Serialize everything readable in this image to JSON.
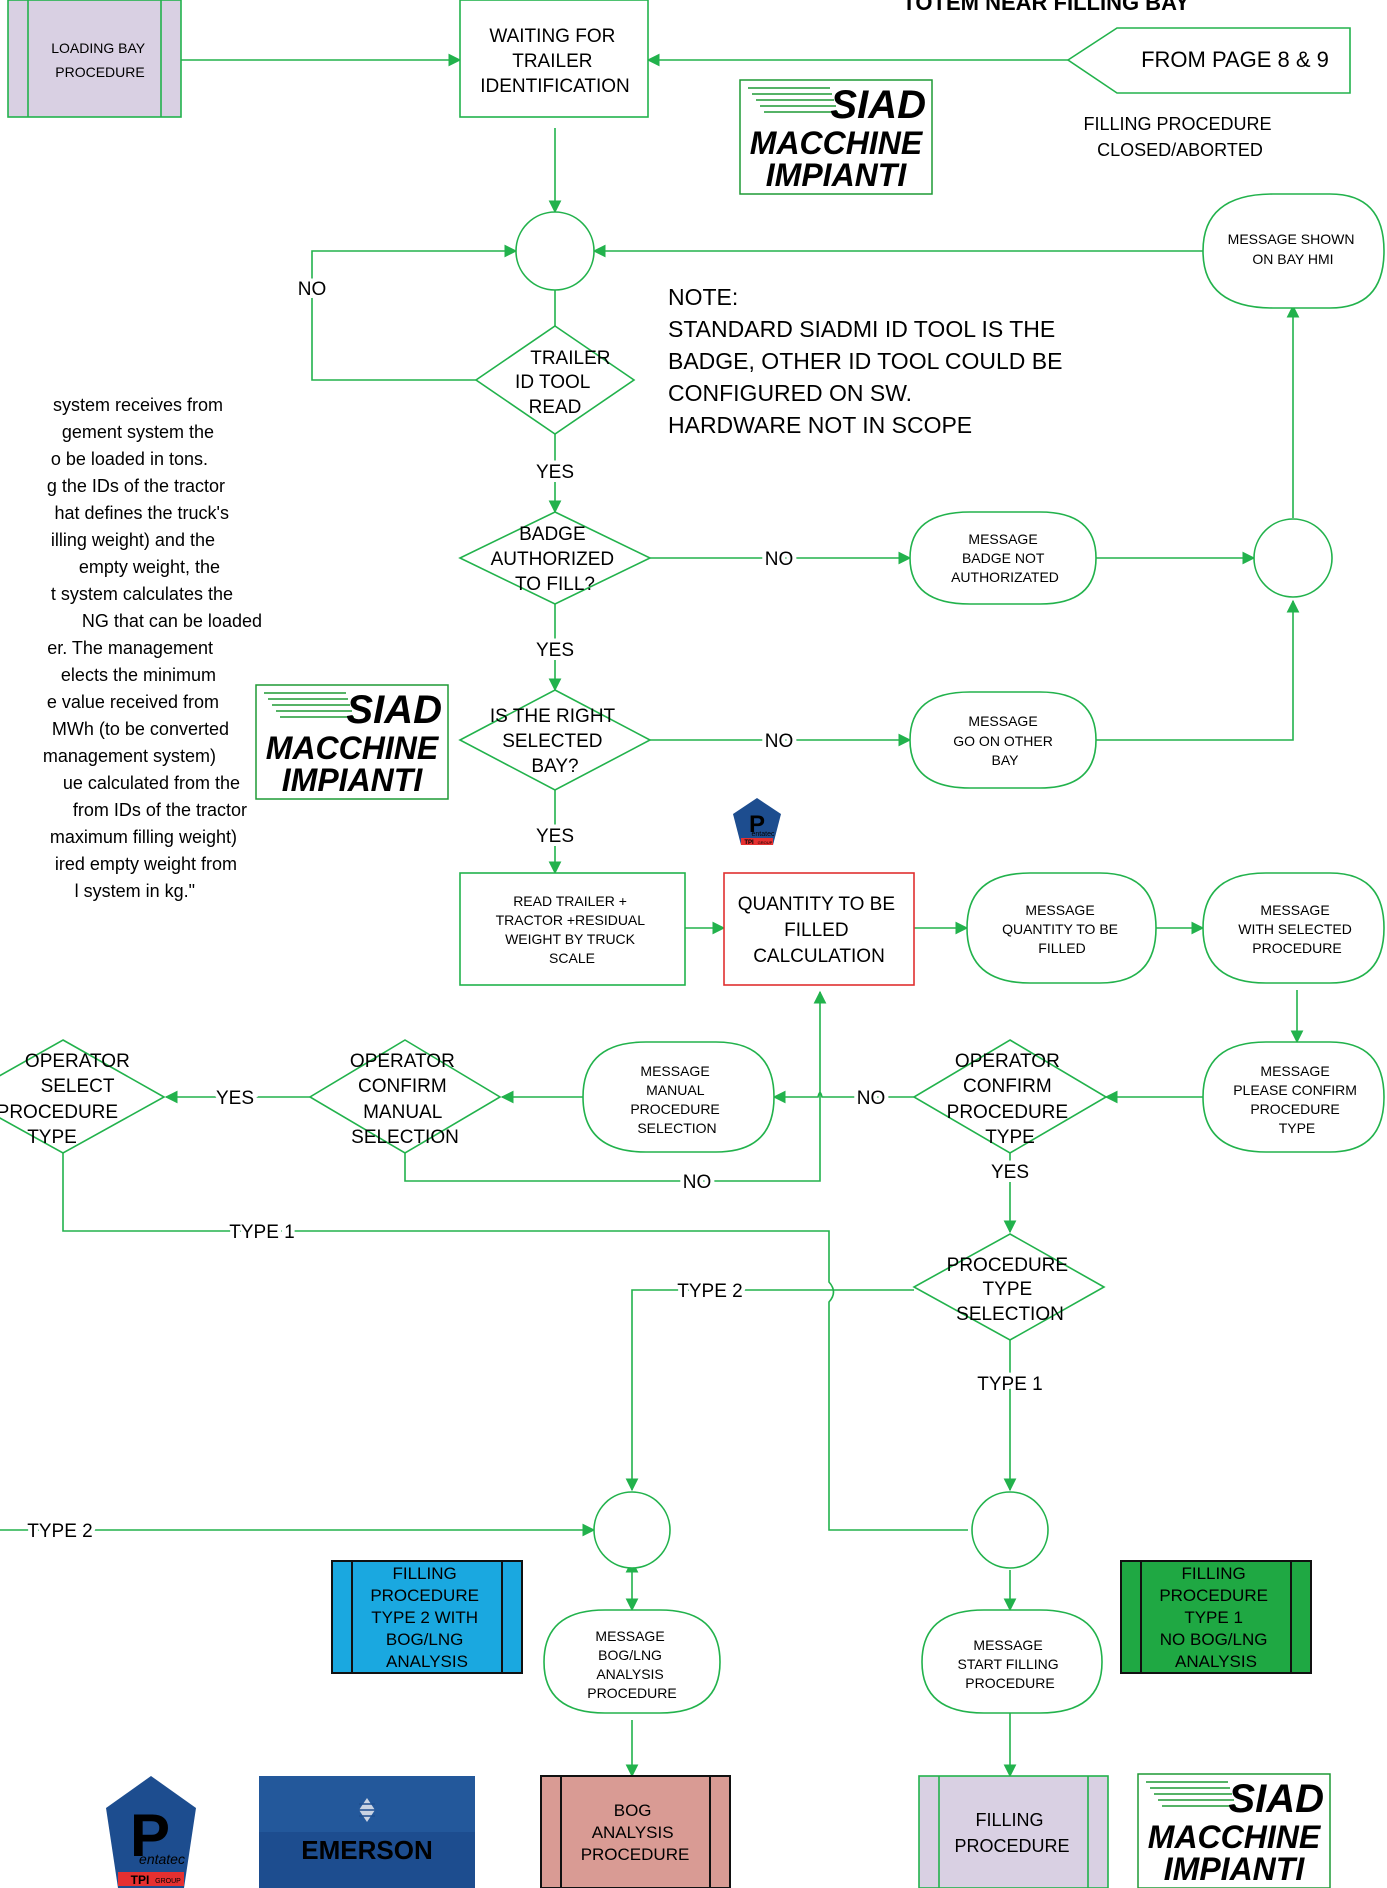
{
  "title": "TOTEM NEAR FILLING BAY",
  "boxes": {
    "loading_bay": [
      "LOADING BAY",
      "PROCEDURE"
    ],
    "waiting": [
      "WAITING FOR",
      "TRAILER",
      "IDENTIFICATION"
    ],
    "from_page": "FROM PAGE 8 & 9",
    "filling_closed": [
      "FILLING PROCEDURE",
      "CLOSED/ABORTED"
    ],
    "msg_bay_hmi": [
      "MESSAGE SHOWN",
      "ON BAY HMI"
    ],
    "read_trailer": [
      "READ TRAILER +",
      "TRACTOR +RESIDUAL",
      "WEIGHT BY TRUCK",
      "SCALE"
    ],
    "quantity_calc": [
      "QUANTITY TO BE",
      "FILLED",
      "CALCULATION"
    ],
    "msg_quantity": [
      "MESSAGE",
      "QUANTITY TO BE",
      "FILLED"
    ],
    "msg_selected_proc": [
      "MESSAGE",
      "WITH SELECTED",
      "PROCEDURE"
    ],
    "msg_confirm_proc": [
      "MESSAGE",
      "PLEASE CONFIRM",
      "PROCEDURE",
      "TYPE"
    ],
    "msg_manual_proc": [
      "MESSAGE",
      "MANUAL",
      "PROCEDURE",
      "SELECTION"
    ],
    "msg_badge_not": [
      "MESSAGE",
      "BADGE NOT",
      "AUTHORIZATED"
    ],
    "msg_other_bay": [
      "MESSAGE",
      "GO ON OTHER",
      "BAY"
    ],
    "filling_type2": [
      "FILLING",
      "PROCEDURE",
      "TYPE 2 WITH",
      "BOG/LNG",
      "ANALYSIS"
    ],
    "filling_type1": [
      "FILLING",
      "PROCEDURE",
      "TYPE 1",
      "NO BOG/LNG",
      "ANALYSIS"
    ],
    "msg_bog": [
      "MESSAGE",
      "BOG/LNG",
      "ANALYSIS",
      "PROCEDURE"
    ],
    "msg_start": [
      "MESSAGE",
      "START FILLING",
      "PROCEDURE"
    ],
    "bog_analysis": [
      "BOG",
      "ANALYSIS",
      "PROCEDURE"
    ],
    "filling_proc": [
      "FILLING",
      "PROCEDURE"
    ]
  },
  "decisions": {
    "trailer_id": [
      "TRAILER",
      "ID TOOL",
      "READ"
    ],
    "badge_auth": [
      "BADGE",
      "AUTHORIZED",
      "TO FILL?"
    ],
    "right_bay": [
      "IS THE RIGHT",
      "SELECTED",
      "BAY?"
    ],
    "op_confirm_proc": [
      "OPERATOR",
      "CONFIRM",
      "PROCEDURE",
      "TYPE"
    ],
    "op_confirm_manual": [
      "OPERATOR",
      "CONFIRM",
      "MANUAL",
      "SELECTION"
    ],
    "op_select_proc": [
      "OPERATOR",
      "SELECT",
      "PROCEDURE",
      "TYPE"
    ],
    "proc_type_sel": [
      "PROCEDURE",
      "TYPE",
      "SELECTION"
    ]
  },
  "edge_labels": {
    "no": "NO",
    "yes": "YES",
    "type1": "TYPE 1",
    "type2": "TYPE 2"
  },
  "note": [
    "NOTE:",
    "STANDARD SIADMI ID TOOL IS THE",
    "BADGE, OTHER ID TOOL COULD BE",
    "CONFIGURED ON SW.",
    "HARDWARE NOT IN SCOPE"
  ],
  "side_text": [
    "system receives from",
    "gement system the",
    "o be loaded in tons.",
    "g the IDs of the tractor",
    "hat defines the truck's",
    "illing weight) and the",
    " empty weight, the",
    "t system calculates the",
    "NG that can be loaded",
    "er. The management",
    "elects the minimum",
    "e value received from",
    "MWh (to be converted",
    "management system)",
    "ue calculated from the",
    " from IDs of the tractor",
    "maximum filling weight)",
    "ired empty weight from",
    "l system in kg.\""
  ],
  "logos": {
    "siad": [
      "SIAD",
      "MACCHINE",
      "IMPIANTI"
    ],
    "pentatec": [
      "entatec",
      "TPI",
      "GROUP"
    ],
    "emerson": "EMERSON"
  },
  "colors": {
    "flow": "#22b24c",
    "loading_bay_fill": "#d9d0e3",
    "filling_type2_fill": "#1aa8e0",
    "filling_type1_fill": "#1fa843",
    "bog_fill": "#d99b94",
    "filling_proc_fill": "#d9d0e3",
    "calc_border": "#e03030",
    "siad_green": "#1e9a35",
    "emerson_blue": "#1d4d8f"
  }
}
